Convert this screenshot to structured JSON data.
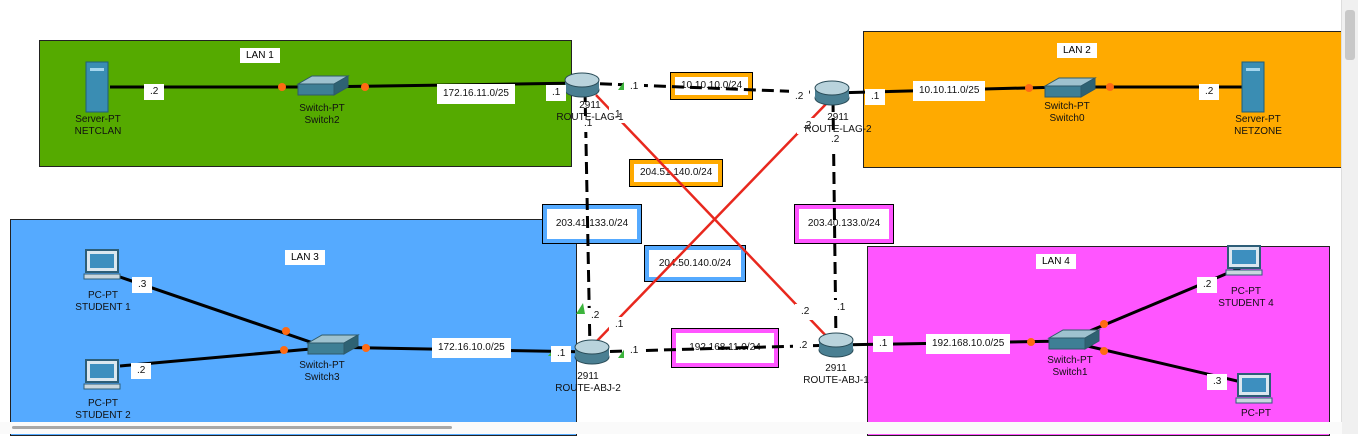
{
  "lans": {
    "lan1": {
      "title": "LAN 1",
      "color": "#55aa00"
    },
    "lan2": {
      "title": "LAN 2",
      "color": "#ffaa00"
    },
    "lan3": {
      "title": "LAN 3",
      "color": "#55aaff"
    },
    "lan4": {
      "title": "LAN 4",
      "color": "#ff55ff"
    }
  },
  "networks": {
    "n1": "172.16.11.0/25",
    "n2": "10.10.10.0/24",
    "n3": "10.10.11.0/25",
    "n4": "204.51.140.0/24",
    "n5": "203.41.133.0/24",
    "n6": "203.40.133.0/24",
    "n7": "204.50.140.0/24",
    "n8": "172.16.10.0/25",
    "n9": "192.168.11.0/24",
    "n10": "192.168.10.0/25"
  },
  "devices": {
    "server1": {
      "type": "Server-PT",
      "name": "NETCLAN"
    },
    "switch2": {
      "type": "Switch-PT",
      "name": "Switch2"
    },
    "router_lag1": {
      "model": "2911",
      "name": "ROUTE-LAG-1"
    },
    "router_lag2": {
      "model": "2911",
      "name": "ROUTE-LAG-2"
    },
    "switch0": {
      "type": "Switch-PT",
      "name": "Switch0"
    },
    "server2": {
      "type": "Server-PT",
      "name": "NETZONE"
    },
    "pc1": {
      "type": "PC-PT",
      "name": "STUDENT 1"
    },
    "pc2": {
      "type": "PC-PT",
      "name": "STUDENT 2"
    },
    "switch3": {
      "type": "Switch-PT",
      "name": "Switch3"
    },
    "router_abj2": {
      "model": "2911",
      "name": "ROUTE-ABJ-2"
    },
    "router_abj1": {
      "model": "2911",
      "name": "ROUTE-ABJ-1"
    },
    "switch1": {
      "type": "Switch-PT",
      "name": "Switch1"
    },
    "pc4": {
      "type": "PC-PT",
      "name": "STUDENT 4"
    },
    "pc3": {
      "type": "PC-PT",
      "name": ""
    }
  },
  "ports": {
    "p_srv1": ".2",
    "p_lag1_lan": ".1",
    "p_lag1_r2": ".1",
    "p_lag2_r1": ".2",
    "p_lag2_lan": ".1",
    "p_srv2": ".2",
    "p_lag1_down": ".1",
    "p_lag1_cross": "1",
    "p_lag2_cross": ".2",
    "p_lag2_down": ".2",
    "p_pc1": ".3",
    "p_pc2": ".2",
    "p_abj2_lan": ".1",
    "p_abj2_up": ".2",
    "p_abj2_cross": ".1",
    "p_abj2_r": ".1",
    "p_abj1_l": ".2",
    "p_abj1_lan": ".1",
    "p_abj1_up": ".1",
    "p_abj1_cross": ".2",
    "p_pc4": ".2",
    "p_pc3": ".3"
  },
  "colors": {
    "link": "#000000",
    "crossover": "#e8281e",
    "port_dot": "#ff6a13",
    "up_triangle": "#3cb43c"
  }
}
